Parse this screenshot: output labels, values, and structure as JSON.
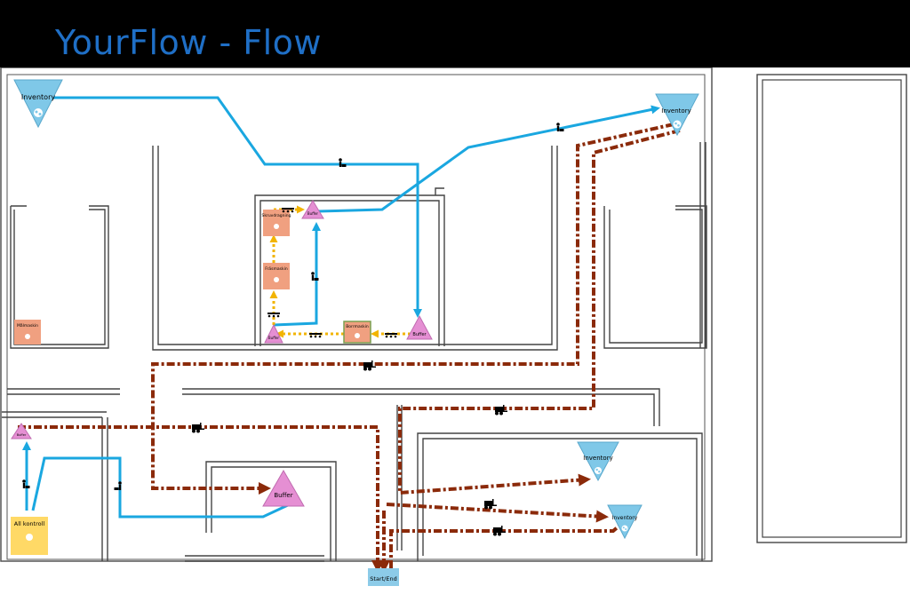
{
  "header": {
    "title": "YourFlow - Flow"
  },
  "colors": {
    "background": "#000000",
    "title": "#1f6fc6",
    "inventory": "#7fc8e8",
    "buffer": "#e58fd3",
    "machine": "#f0a080",
    "quality": "#ffd966",
    "start_end": "#8ccbe8",
    "walk_path": "#1aa7e0",
    "forklift_path": "#8b2a0a",
    "conveyor_path": "#f2b400"
  },
  "nodes": {
    "inventory_top_left": {
      "label": "Inventory",
      "icon": "inventory-icon"
    },
    "inventory_top_right": {
      "label": "Inventory",
      "icon": "inventory-icon"
    },
    "inventory_bottom_1": {
      "label": "Inventory",
      "icon": "inventory-icon"
    },
    "inventory_bottom_2": {
      "label": "Inventory",
      "icon": "inventory-icon"
    },
    "buffer_center_top": {
      "label": "Buffer"
    },
    "buffer_center_left": {
      "label": "Buffer"
    },
    "buffer_center_right": {
      "label": "Buffer"
    },
    "buffer_left": {
      "label": "Buffer"
    },
    "buffer_bottom": {
      "label": "Buffer"
    },
    "machine_skruvdragning": {
      "label": "Skruvdragning"
    },
    "machine_frasmaskin": {
      "label": "Fräsmaskin"
    },
    "machine_borrmaskin": {
      "label": "Borrmaskin"
    },
    "machine_malmaskin": {
      "label": "Målmaskin"
    },
    "quality_all_kontroll": {
      "label": "All kontroll"
    },
    "start_end": {
      "label": "Start/End"
    }
  }
}
